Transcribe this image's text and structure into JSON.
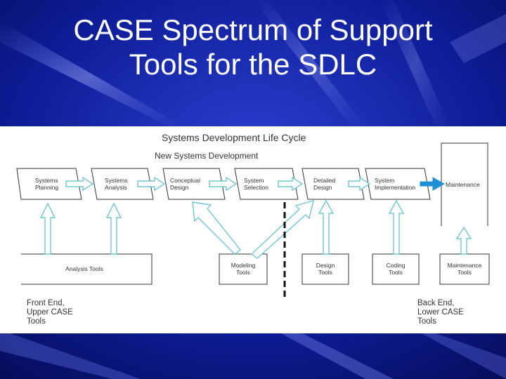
{
  "slide": {
    "title_line1": "CASE Spectrum of Support",
    "title_line2": "Tools for the SDLC"
  },
  "diagram": {
    "heading": "Systems Development Life Cycle",
    "subheading": "New Systems Development",
    "phases": [
      "Systems\nPlanning",
      "Systems\nAnalysis",
      "Conceptual\nDesign",
      "System\nSelection",
      "Detailed\nDesign",
      "System\nImplementation",
      "Maintenance"
    ],
    "tools": [
      "Analysis Tools",
      "Modeling\nTools",
      "Design\nTools",
      "Coding\nTools",
      "Maintenance\nTools"
    ],
    "front_end": "Front End,\nUpper CASE\nTools",
    "back_end": "Back End,\nLower CASE\nTools",
    "colors": {
      "hollow_arrow": "#6fc6d6",
      "solid_arrow": "#1e90d6",
      "box_border": "#333333"
    }
  }
}
